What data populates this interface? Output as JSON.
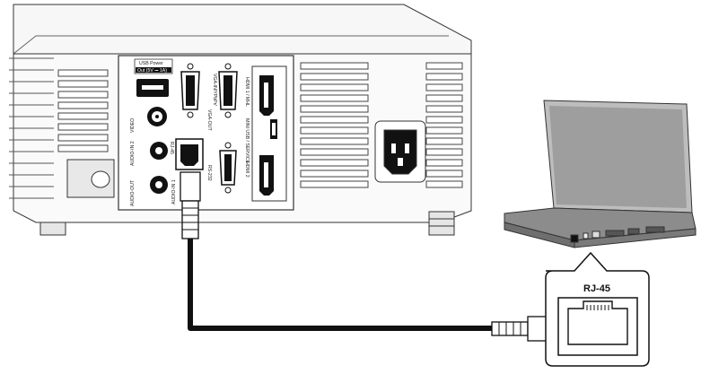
{
  "ports": {
    "usb_power": "USB Power",
    "usb_out": "Out (5V ⎓ 1A)",
    "video": "VIDEO",
    "vga_out": "VGA-OUT",
    "vga_in": "VGA-IN/YPbPr/",
    "hdmi1": "HDMI 1 / MHL",
    "mini_usb": "MINI USB / SERVICE",
    "hdmi2": "HDMI 2",
    "audio_in2": "AUDIO-IN 2",
    "rj45_port": "RJ-45",
    "rs232": "RS-232",
    "audio_out": "AUDIO-OUT",
    "audio_in1": "AUDIO-IN 1"
  },
  "callout": {
    "label": "RJ-45"
  }
}
